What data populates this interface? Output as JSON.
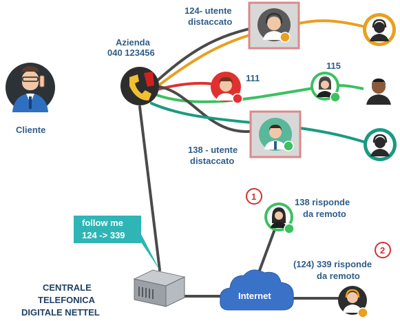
{
  "client": {
    "label": "Cliente"
  },
  "company": {
    "name": "Azienda",
    "number": "040 123456"
  },
  "extensions": {
    "e124": {
      "label_line1": "124- utente",
      "label_line2": "distaccato"
    },
    "e111": {
      "label": "111"
    },
    "e115": {
      "label": "115"
    },
    "e138": {
      "label_line1": "138 - utente",
      "label_line2": "distaccato"
    }
  },
  "follow_me": {
    "line1": "follow me",
    "line2": "124 -> 339"
  },
  "pbx": {
    "line1": "CENTRALE",
    "line2": "TELEFONICA",
    "line3": "DIGITALE NETTEL"
  },
  "internet": {
    "label": "Internet"
  },
  "remote1": {
    "badge": "1",
    "line1": "138 risponde",
    "line2": "da remoto"
  },
  "remote2": {
    "badge": "2",
    "line1": "(124) 339 risponde",
    "line2": "da remoto"
  },
  "colors": {
    "label": "#2f5d8a",
    "callout": "#2fb5b5",
    "badge_ring": "#d03030",
    "line_dark": "#4a4a4a",
    "line_orange": "#e8a020",
    "line_red": "#e03030",
    "line_green": "#3cc060",
    "line_teal": "#1a9a80",
    "cloud": "#3a72c8"
  }
}
